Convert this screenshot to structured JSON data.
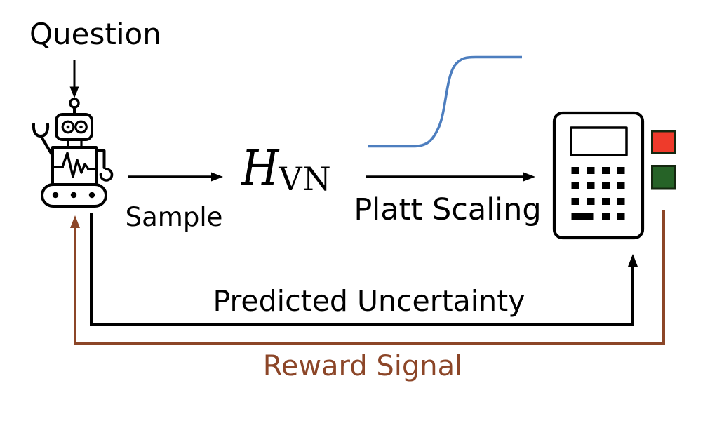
{
  "labels": {
    "question": "Question",
    "sample": "Sample",
    "h_main": "H",
    "h_sub": "VN",
    "platt_scaling": "Platt Scaling",
    "predicted_uncertainty": "Predicted Uncertainty",
    "reward_signal": "Reward Signal"
  },
  "colors": {
    "ink": "#000000",
    "brown": "#8c4628",
    "blue": "#4d7ebf",
    "red": "#ee3b2b",
    "green": "#266327",
    "square_border": "#14270f",
    "background": "#ffffff"
  }
}
